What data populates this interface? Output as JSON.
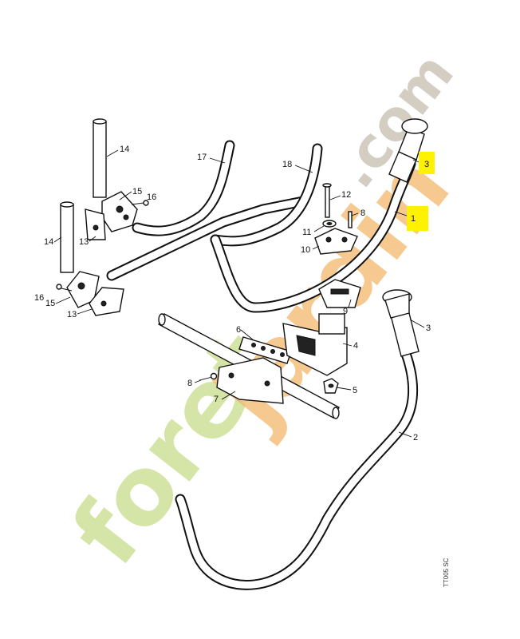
{
  "watermark": {
    "part1": "foret",
    "part2": "jardin",
    "part3": ".com"
  },
  "drawing_code": "TT005 SC",
  "highlight_color": "#fff200",
  "callouts": [
    {
      "id": "c14a",
      "text": "14"
    },
    {
      "id": "c15a",
      "text": "15"
    },
    {
      "id": "c16a",
      "text": "16"
    },
    {
      "id": "c13a",
      "text": "13"
    },
    {
      "id": "c14b",
      "text": "14"
    },
    {
      "id": "c16b",
      "text": "16"
    },
    {
      "id": "c15b",
      "text": "15"
    },
    {
      "id": "c13b",
      "text": "13"
    },
    {
      "id": "c17",
      "text": "17"
    },
    {
      "id": "c18",
      "text": "18"
    },
    {
      "id": "c12",
      "text": "12"
    },
    {
      "id": "c8a",
      "text": "8"
    },
    {
      "id": "c11",
      "text": "11"
    },
    {
      "id": "c10",
      "text": "10"
    },
    {
      "id": "c1",
      "text": "1"
    },
    {
      "id": "c3a",
      "text": "3"
    },
    {
      "id": "c9",
      "text": "9"
    },
    {
      "id": "c6",
      "text": "6"
    },
    {
      "id": "c4",
      "text": "4"
    },
    {
      "id": "c8b",
      "text": "8"
    },
    {
      "id": "c7",
      "text": "7"
    },
    {
      "id": "c5",
      "text": "5"
    },
    {
      "id": "c3b",
      "text": "3"
    },
    {
      "id": "c2",
      "text": "2"
    }
  ]
}
